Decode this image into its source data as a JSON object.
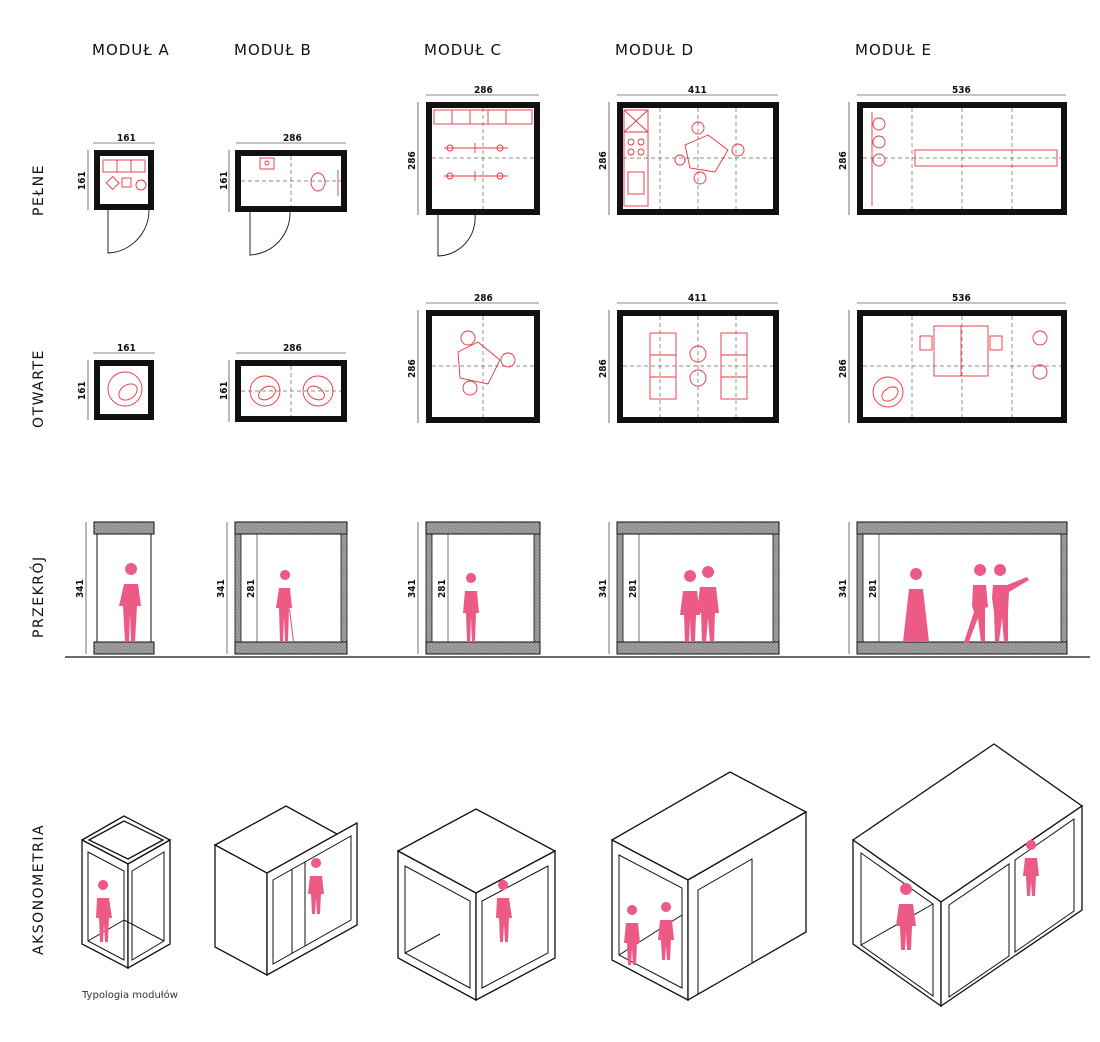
{
  "columns": [
    {
      "id": "a",
      "label": "MODUŁ A"
    },
    {
      "id": "b",
      "label": "MODUŁ B"
    },
    {
      "id": "c",
      "label": "MODUŁ C"
    },
    {
      "id": "d",
      "label": "MODUŁ D"
    },
    {
      "id": "e",
      "label": "MODUŁ E"
    }
  ],
  "rows": [
    {
      "id": "pelne",
      "label": "PEŁNE"
    },
    {
      "id": "otwarte",
      "label": "OTWARTE"
    },
    {
      "id": "przekroj",
      "label": "PRZEKRÓJ"
    },
    {
      "id": "aksonometria",
      "label": "AKSONOMETRIA"
    }
  ],
  "dimensions": {
    "pelne": {
      "a": {
        "width": "161",
        "depth": "161"
      },
      "b": {
        "width": "286",
        "depth": "161"
      },
      "c": {
        "width": "286",
        "depth": "286"
      },
      "d": {
        "width": "411",
        "depth": "286"
      },
      "e": {
        "width": "536",
        "depth": "286"
      }
    },
    "otwarte": {
      "a": {
        "width": "161",
        "depth": "161"
      },
      "b": {
        "width": "286",
        "depth": "161"
      },
      "c": {
        "width": "286",
        "depth": "286"
      },
      "d": {
        "width": "411",
        "depth": "286"
      },
      "e": {
        "width": "536",
        "depth": "286"
      }
    },
    "przekroj": {
      "a": {
        "outer": "341"
      },
      "b": {
        "outer": "341",
        "inner": "281"
      },
      "c": {
        "outer": "341",
        "inner": "281"
      },
      "d": {
        "outer": "341",
        "inner": "281"
      },
      "e": {
        "outer": "341",
        "inner": "281"
      }
    }
  },
  "caption": "Typologia modułów",
  "colors": {
    "accent": "#e8333f",
    "figure": "#ec5a86",
    "ink": "#111111"
  }
}
